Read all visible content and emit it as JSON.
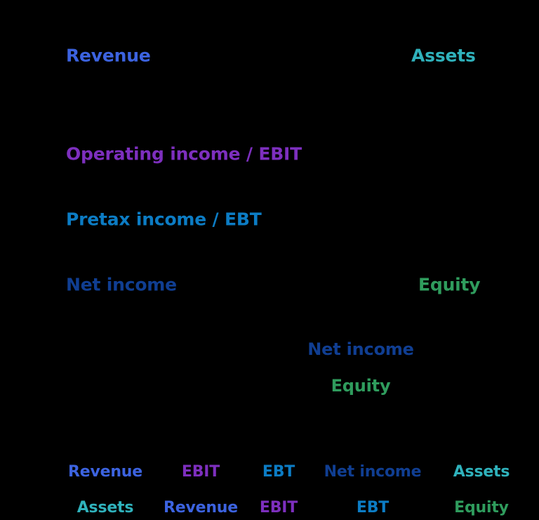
{
  "slide": {
    "background": "#000000",
    "kind": "dupont-roe-decomposition"
  },
  "palette": {
    "revenue_blue": "#3C63E0",
    "assets_teal": "#2FB2BC",
    "ebit_purple": "#7D2FBE",
    "ebt_cyan": "#0C7CC4",
    "net_income_navy": "#103E92",
    "equity_green": "#2F9C5D"
  },
  "identity_rows": [
    {
      "id": "row-revenue-assets",
      "left": {
        "label": "Revenue",
        "color_key": "revenue_blue",
        "name": "revenue"
      },
      "right": {
        "label": "Assets",
        "color_key": "assets_teal",
        "name": "assets"
      }
    },
    {
      "id": "row-operating-income",
      "left": {
        "label": "Operating income / EBIT",
        "color_key": "ebit_purple",
        "name": "operating-income-ebit"
      },
      "right": null
    },
    {
      "id": "row-pretax-income",
      "left": {
        "label": "Pretax income / EBT",
        "color_key": "ebt_cyan",
        "name": "pretax-income-ebt"
      },
      "right": null
    },
    {
      "id": "row-net-income-equity",
      "left": {
        "label": "Net income",
        "color_key": "net_income_navy",
        "name": "net-income"
      },
      "right": {
        "label": "Equity",
        "color_key": "equity_green",
        "name": "equity"
      }
    }
  ],
  "roe_fraction": {
    "numerator": {
      "label": "Net income",
      "color_key": "net_income_navy",
      "name": "roe-numerator-net-income"
    },
    "denominator": {
      "label": "Equity",
      "color_key": "equity_green",
      "name": "roe-denominator-equity"
    }
  },
  "expansion": {
    "numerators": [
      {
        "label": "Revenue",
        "color_key": "revenue_blue",
        "name": "term-1-numerator"
      },
      {
        "label": "EBIT",
        "color_key": "ebit_purple",
        "name": "term-2-numerator"
      },
      {
        "label": "EBT",
        "color_key": "ebt_cyan",
        "name": "term-3-numerator"
      },
      {
        "label": "Net income",
        "color_key": "net_income_navy",
        "name": "term-4-numerator"
      },
      {
        "label": "Assets",
        "color_key": "assets_teal",
        "name": "term-5-numerator"
      }
    ],
    "denominators": [
      {
        "label": "Assets",
        "color_key": "assets_teal",
        "name": "term-1-denominator"
      },
      {
        "label": "Revenue",
        "color_key": "revenue_blue",
        "name": "term-2-denominator"
      },
      {
        "label": "EBIT",
        "color_key": "ebit_purple",
        "name": "term-3-denominator"
      },
      {
        "label": "EBT",
        "color_key": "ebt_cyan",
        "name": "term-4-denominator"
      },
      {
        "label": "Equity",
        "color_key": "equity_green",
        "name": "term-5-denominator"
      }
    ]
  }
}
